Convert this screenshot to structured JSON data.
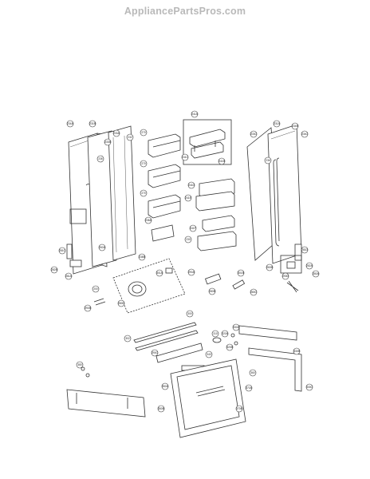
{
  "watermark": "AppliancePartsPros.com",
  "callouts": [
    {
      "id": "c01",
      "label": "234A"
    },
    {
      "id": "c02",
      "label": "231B"
    },
    {
      "id": "c03",
      "label": "233A"
    },
    {
      "id": "c04",
      "label": "232"
    },
    {
      "id": "c05",
      "label": "233B"
    },
    {
      "id": "c06",
      "label": "241A"
    },
    {
      "id": "c07",
      "label": "241C"
    },
    {
      "id": "c08",
      "label": "241B"
    },
    {
      "id": "c09",
      "label": "231A"
    },
    {
      "id": "c10",
      "label": "233C"
    },
    {
      "id": "c11",
      "label": "234B"
    },
    {
      "id": "c12",
      "label": "236"
    },
    {
      "id": "c13",
      "label": "270"
    },
    {
      "id": "c14",
      "label": "270"
    },
    {
      "id": "c15",
      "label": "270"
    },
    {
      "id": "c16",
      "label": "241D"
    },
    {
      "id": "c17",
      "label": "241E"
    },
    {
      "id": "c18",
      "label": "241F"
    },
    {
      "id": "c19",
      "label": "230"
    },
    {
      "id": "c20",
      "label": "234C"
    },
    {
      "id": "c21",
      "label": "238A"
    },
    {
      "id": "c22",
      "label": "238B"
    },
    {
      "id": "c23",
      "label": "236"
    },
    {
      "id": "c24",
      "label": "281C"
    },
    {
      "id": "c25",
      "label": "282B"
    },
    {
      "id": "c26",
      "label": "281A"
    },
    {
      "id": "c27",
      "label": "281D"
    },
    {
      "id": "c28",
      "label": "282A"
    },
    {
      "id": "c29",
      "label": "260A"
    },
    {
      "id": "c30",
      "label": "200"
    },
    {
      "id": "c31",
      "label": "290B"
    },
    {
      "id": "c32",
      "label": "301A"
    },
    {
      "id": "c33",
      "label": "290A"
    },
    {
      "id": "c34",
      "label": "260B"
    },
    {
      "id": "c35",
      "label": "301B"
    },
    {
      "id": "c36",
      "label": "290D"
    },
    {
      "id": "c37",
      "label": "280A"
    },
    {
      "id": "c38",
      "label": "280B"
    },
    {
      "id": "c39",
      "label": "280C"
    },
    {
      "id": "c40",
      "label": "280D"
    },
    {
      "id": "c41",
      "label": "300"
    },
    {
      "id": "c42",
      "label": "302"
    },
    {
      "id": "c43",
      "label": "290C"
    },
    {
      "id": "c44",
      "label": "310"
    },
    {
      "id": "c45",
      "label": "320A"
    },
    {
      "id": "c46",
      "label": "320B"
    },
    {
      "id": "c47",
      "label": "330A"
    },
    {
      "id": "c48",
      "label": "330B"
    },
    {
      "id": "c49",
      "label": "330C"
    },
    {
      "id": "c50",
      "label": "340"
    },
    {
      "id": "c51",
      "label": "350A"
    },
    {
      "id": "c52",
      "label": "350B"
    },
    {
      "id": "c53",
      "label": "360"
    },
    {
      "id": "c54",
      "label": "370A"
    },
    {
      "id": "c55",
      "label": "370B"
    },
    {
      "id": "c56",
      "label": "380"
    }
  ]
}
